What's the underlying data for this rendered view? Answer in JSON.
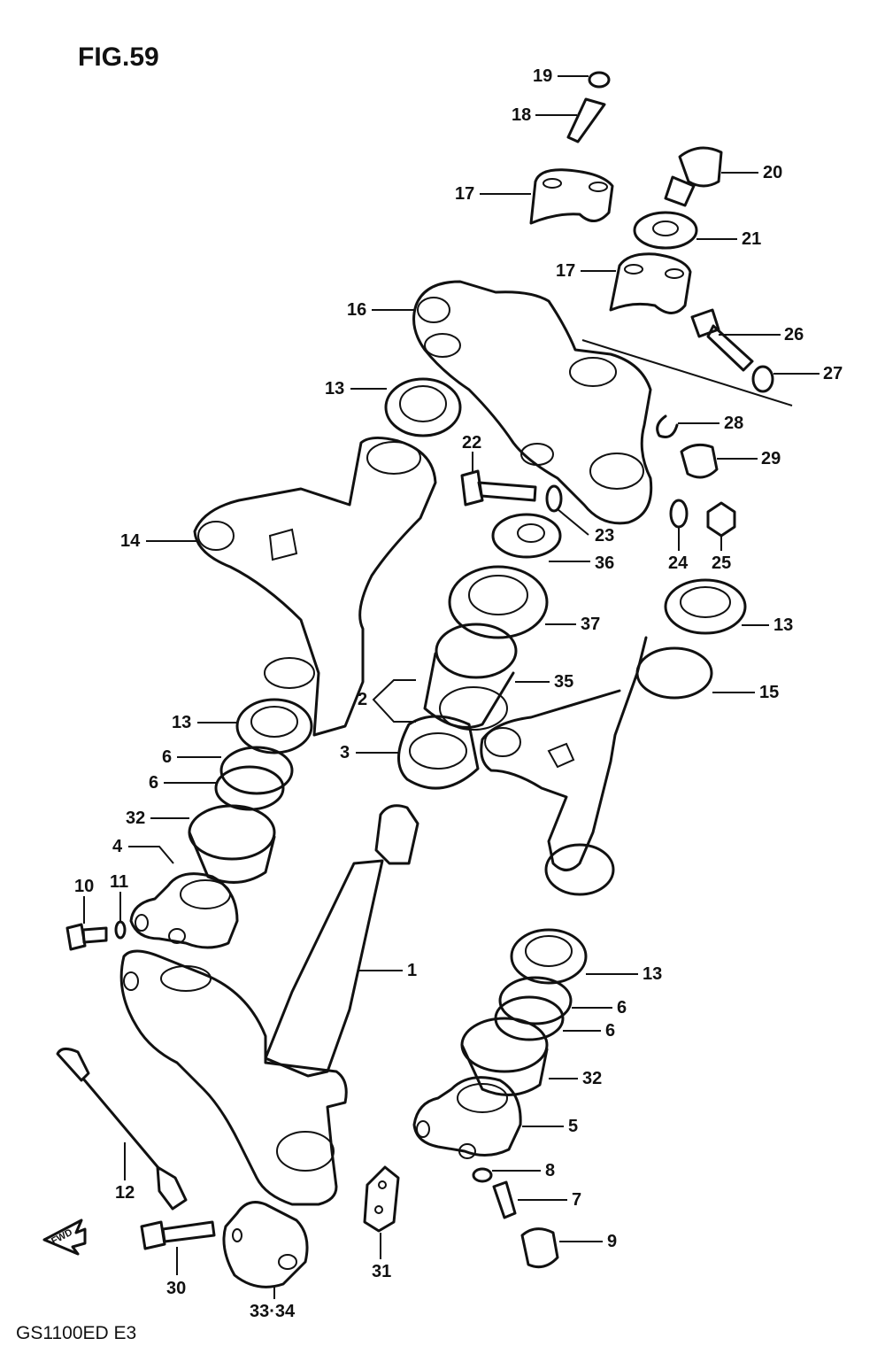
{
  "figure_title": "FIG.59",
  "model_code": "GS1100ED E3",
  "direction_marker": "FWD",
  "callouts": {
    "c19": "19",
    "c18": "18",
    "c20": "20",
    "c17a": "17",
    "c21": "21",
    "c17b": "17",
    "c16": "16",
    "c26": "26",
    "c13a": "13",
    "c27": "27",
    "c28": "28",
    "c22": "22",
    "c29": "29",
    "c14": "14",
    "c23": "23",
    "c36": "36",
    "c24": "24",
    "c25": "25",
    "c37": "37",
    "c13b": "13",
    "c35": "35",
    "c2": "2",
    "c15": "15",
    "c13c": "13",
    "c3": "3",
    "c6a": "6",
    "c6b": "6",
    "c32a": "32",
    "c4": "4",
    "c10": "10",
    "c11": "11",
    "c1": "1",
    "c13d": "13",
    "c6c": "6",
    "c6d": "6",
    "c32b": "32",
    "c5": "5",
    "c12": "12",
    "c8": "8",
    "c7": "7",
    "c9": "9",
    "c30": "30",
    "c31": "31",
    "c3334": "33·34"
  }
}
